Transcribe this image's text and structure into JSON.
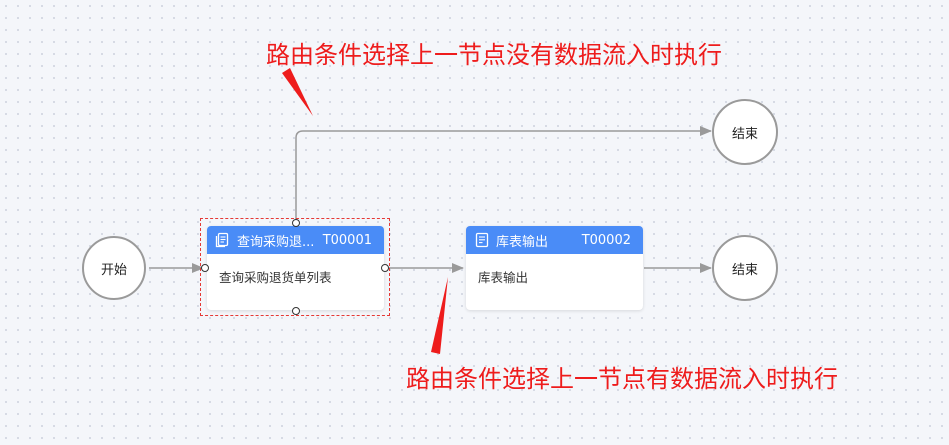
{
  "nodes": {
    "start": {
      "label": "开始"
    },
    "end_top": {
      "label": "结束"
    },
    "end_bottom": {
      "label": "结束"
    },
    "task1": {
      "title": "查询采购退...",
      "code": "T00001",
      "body": "查询采购退货单列表",
      "icon": "document-icon",
      "selected": true
    },
    "task2": {
      "title": "库表输出",
      "code": "T00002",
      "body": "库表输出",
      "icon": "document-list-icon"
    }
  },
  "annotations": {
    "top": "路由条件选择上一节点没有数据流入时执行",
    "bottom": "路由条件选择上一节点有数据流入时执行"
  },
  "colors": {
    "header": "#4a8cf7",
    "annotation": "#ee1c1c",
    "edge": "#9a9a9a",
    "selection": "#e53935"
  }
}
